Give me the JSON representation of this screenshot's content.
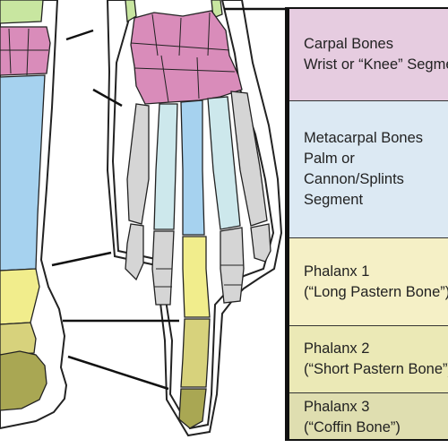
{
  "segments": [
    {
      "id": "carpal",
      "lines": [
        "Carpal Bones",
        "Wrist or “Knee” Segment"
      ],
      "color": "#e6cce0",
      "bone_color": "#d98cba"
    },
    {
      "id": "metacarpal",
      "lines": [
        "Metacarpal Bones",
        "Palm or",
        "Cannon/Splints",
        "Segment"
      ],
      "color": "#dce9f3",
      "bone_color": "#a6d2ef"
    },
    {
      "id": "phalanx1",
      "lines": [
        "Phalanx 1",
        "(“Long Pastern Bone”)"
      ],
      "color": "#f5f0c6",
      "bone_color": "#f1ed8c"
    },
    {
      "id": "phalanx2",
      "lines": [
        "Phalanx 2",
        "(“Short Pastern Bone”)"
      ],
      "color": "#ebe9b6",
      "bone_color": "#d7d27c"
    },
    {
      "id": "phalanx3",
      "lines": [
        "Phalanx 3",
        "(“Coffin Bone”)"
      ],
      "color": "#dfdeb0",
      "bone_color": "#a9a753"
    }
  ],
  "colors": {
    "leader": "#111111",
    "outline": "#222222",
    "other_bone": "#d5d5d5",
    "light_metacarpal": "#cde8ec"
  }
}
